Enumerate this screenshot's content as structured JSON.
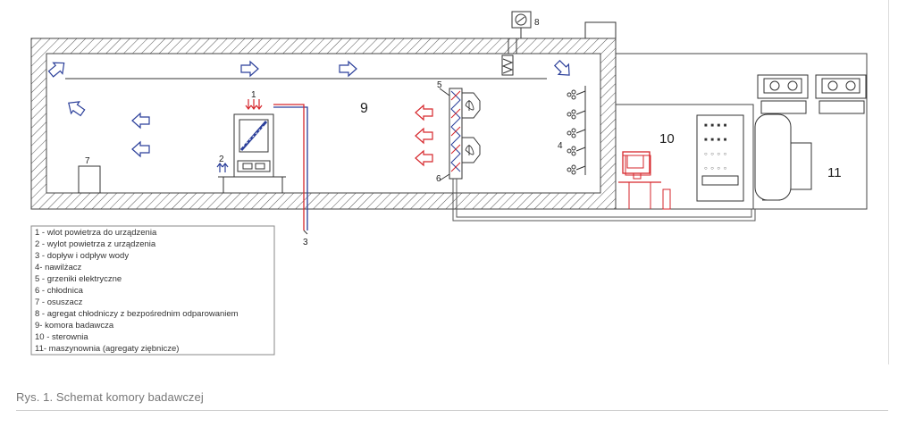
{
  "numbers": {
    "n1": "1",
    "n2": "2",
    "n3": "3",
    "n4": "4",
    "n5": "5",
    "n6": "6",
    "n7": "7",
    "n8": "8",
    "n9": "9",
    "n10": "10",
    "n11": "11"
  },
  "legend": [
    "1 - wlot powietrza do urządzenia",
    "2 - wylot powietrza z urządzenia",
    "3 - dopływ i odpływ wody",
    "4- nawilżacz",
    "5 - grzeniki elektryczne",
    "6 - chłodnica",
    "7 - osuszacz",
    "8 - agregat chłodniczy z bezpośrednim odparowaniem",
    "9- komora badawcza",
    "10 - sterownia",
    "11- maszynownia (agregaty ziębnicze)"
  ],
  "caption": "Rys. 1. Schemat komory badawczej",
  "colors": {
    "blue": "#2b3f9a",
    "red": "#d6262b",
    "line": "#333333",
    "hatch": "#555555"
  }
}
